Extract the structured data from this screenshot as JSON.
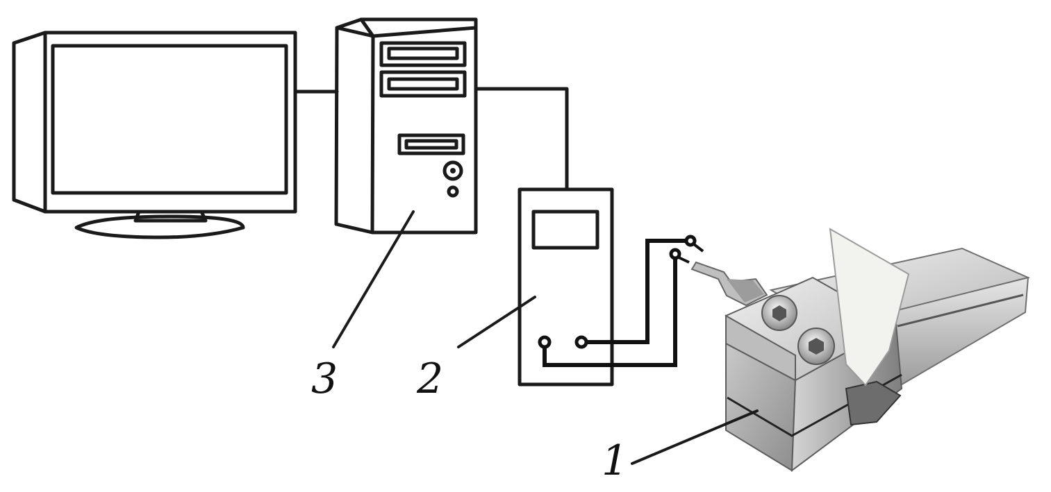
{
  "labels": {
    "sensor_callout": "1",
    "meter_callout": "2",
    "computer_callout": "3"
  },
  "colors": {
    "line": "#1a1a1a",
    "background": "#ffffff",
    "metal_light": "#d9d9d9",
    "metal_dark": "#8a8a8a",
    "paper": "#f2f2ee"
  }
}
